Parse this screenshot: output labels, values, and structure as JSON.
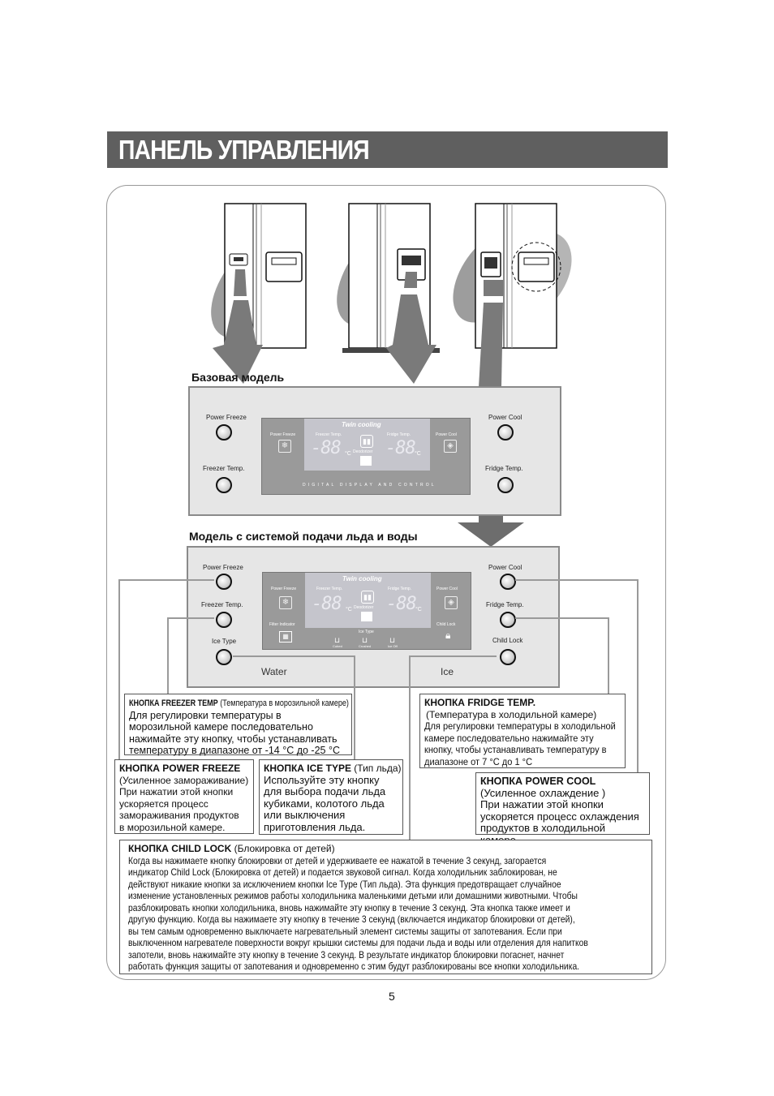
{
  "title": "ПАНЕЛЬ УПРАВЛЕНИЯ",
  "basic_model": "Базовая модель",
  "dispenser_model": "Модель с системой подачи льда и воды",
  "panel_labels": {
    "power_freeze": "Power Freeze",
    "freezer_temp": "Freezer Temp.",
    "power_cool": "Power Cool",
    "fridge_temp": "Fridge Temp.",
    "ice_type": "Ice Type",
    "child_lock": "Child Lock",
    "water": "Water",
    "ice": "Ice"
  },
  "display": {
    "twin_cooling": "Twin cooling",
    "power_freeze": "Power Freeze",
    "freezer_temp": "Freezer Temp.",
    "fridge_temp": "Fridge Temp.",
    "power_cool": "Power Cool",
    "deodorizer": "Deodorizer",
    "digits": "-88",
    "unit": "°C",
    "digital_display": "DIGITAL DISPLAY AND CONTROL",
    "filter_indicator": "Filter Indicator",
    "child_lock": "Child Lock",
    "ice_type": "Ice Type",
    "cubed": "Cubed",
    "crushed": "Crushed",
    "ice_off": "Ice Off"
  },
  "boxes": {
    "freezer_temp": {
      "heading": "КНОПКА FREEZER TEMP",
      "heading_note": "(Температура в морозильной камере)",
      "lines": [
        "Для регулировки температуры в",
        "морозильной камере последовательно",
        "нажимайте эту кнопку, чтобы устанавливать",
        "температуру в диапазоне от -14 °C до -25 °C"
      ]
    },
    "power_freeze": {
      "heading": "КНОПКА POWER FREEZE",
      "lines": [
        "(Усиленное замораживание)",
        "При нажатии этой кнопки",
        "ускоряется процесс",
        "замораживания продуктов",
        "в морозильной камере."
      ]
    },
    "ice_type": {
      "heading": "КНОПКА ICE TYPE",
      "heading_note": "(Тип льда)",
      "lines": [
        "Используйте эту кнопку",
        "для выбора подачи льда",
        "кубиками, колотого льда",
        "или выключения",
        "приготовления льда."
      ]
    },
    "fridge_temp": {
      "heading": "КНОПКА FRIDGE TEMP.",
      "lines": [
        "(Температура в холодильной камере)",
        "Для регулировки температуры в холодильной",
        "камере последовательно нажимайте эту",
        "кнопку, чтобы устанавливать температуру в",
        "диапазоне от 7 °C до 1 °C"
      ]
    },
    "power_cool": {
      "heading": "КНОПКА POWER COOL",
      "lines": [
        "(Усиленное охлаждение )",
        "При нажатии этой кнопки",
        "ускоряется процесс охлаждения",
        "продуктов в холодильной камере."
      ]
    },
    "child_lock": {
      "heading": "КНОПКА CHILD LOCK",
      "heading_note": "(Блокировка от детей)",
      "lines": [
        "Когда вы нажимаете кнопку блокировки от детей и удерживаете ее нажатой в течение 3 секунд, загорается",
        "индикатор Child Lock (Блокировка от детей) и подается звуковой сигнал. Когда холодильник заблокирован, не",
        "действуют никакие кнопки за исключением кнопки Ice Type (Тип льда). Эта функция предотвращает случайное",
        "изменение установленных режимов работы холодильника маленькими детьми или домашними животными. Чтобы",
        "разблокировать кнопки холодильника, вновь нажимайте эту кнопку в течение 3 секунд. Эта кнопка также имеет и",
        "другую функцию. Когда вы нажимаете эту кнопку в течение 3 секунд (включается индикатор блокировки от детей),",
        "вы тем самым одновременно выключаете нагревательный элемент системы защиты от запотевания. Если при",
        "выключенном нагревателе поверхности вокруг крышки системы для подачи льда и воды или отделения для напитков",
        "запотели, вновь нажимайте эту кнопку в течение 3 секунд. В результате индикатор блокировки погаснет, начнет",
        "работать функция защиты от запотевания и одновременно с этим будут разблокированы все кнопки холодильника."
      ]
    }
  },
  "page_number": "5"
}
